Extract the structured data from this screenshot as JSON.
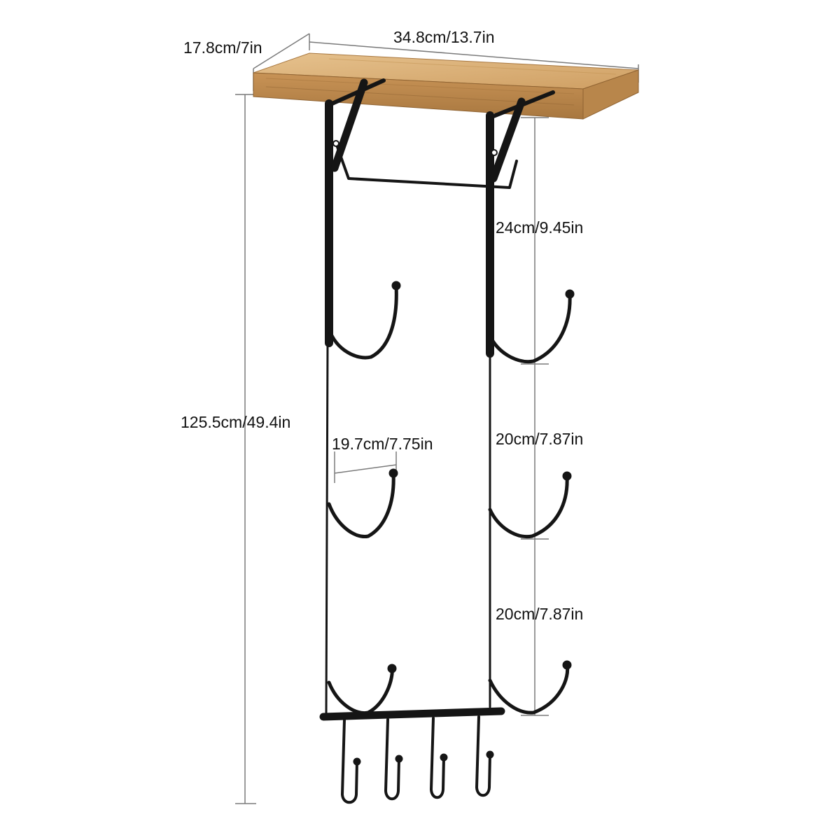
{
  "dimensions": {
    "depth": "17.8cm/7in",
    "width": "34.8cm/13.7in",
    "height": "125.5cm/49.4in",
    "hook_spacing_top": "24cm/9.45in",
    "hook_spacing_middle": "20cm/7.87in",
    "hook_spacing_bottom": "20cm/7.87in",
    "hook_width": "19.7cm/7.75in"
  },
  "colors": {
    "background": "#ffffff",
    "shelf_wood": "#d9b27c",
    "shelf_wood_dark": "#b9894f",
    "metal": "#151515",
    "dimension_line": "#7a7a7a",
    "label_text": "#111111"
  }
}
